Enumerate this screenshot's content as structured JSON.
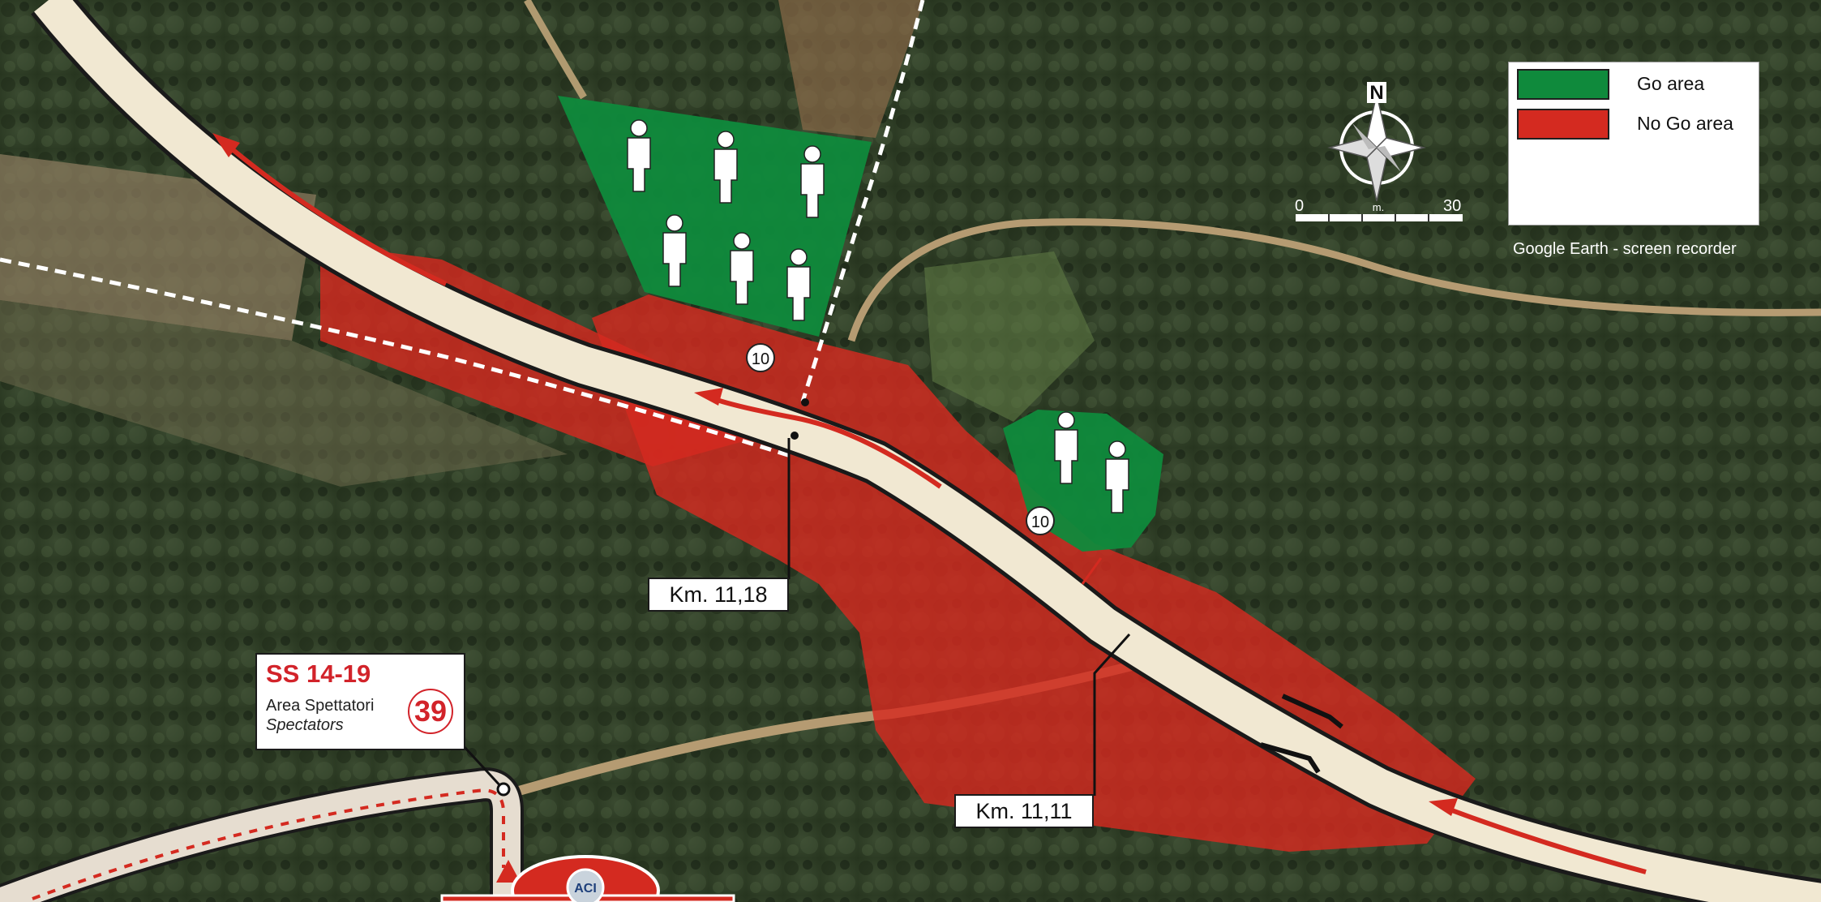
{
  "legend": {
    "go_label": "Go area",
    "nogo_label": "No Go area",
    "go_color": "#0f8a3c",
    "nogo_color": "#d42a20"
  },
  "credit": "Google Earth - screen recorder",
  "compass": {
    "north": "N"
  },
  "scale": {
    "min": "0",
    "unit": "m.",
    "max": "30"
  },
  "markers": {
    "km_a": "Km. 11,18",
    "km_b": "Km. 11,11"
  },
  "waypoints": {
    "upper": "10",
    "lower": "10"
  },
  "stage": {
    "title": "SS 14-19",
    "subtitle": "Area Spettatori",
    "subtitle_en": "Spectators",
    "number": "39"
  },
  "logo_text": "ACI"
}
